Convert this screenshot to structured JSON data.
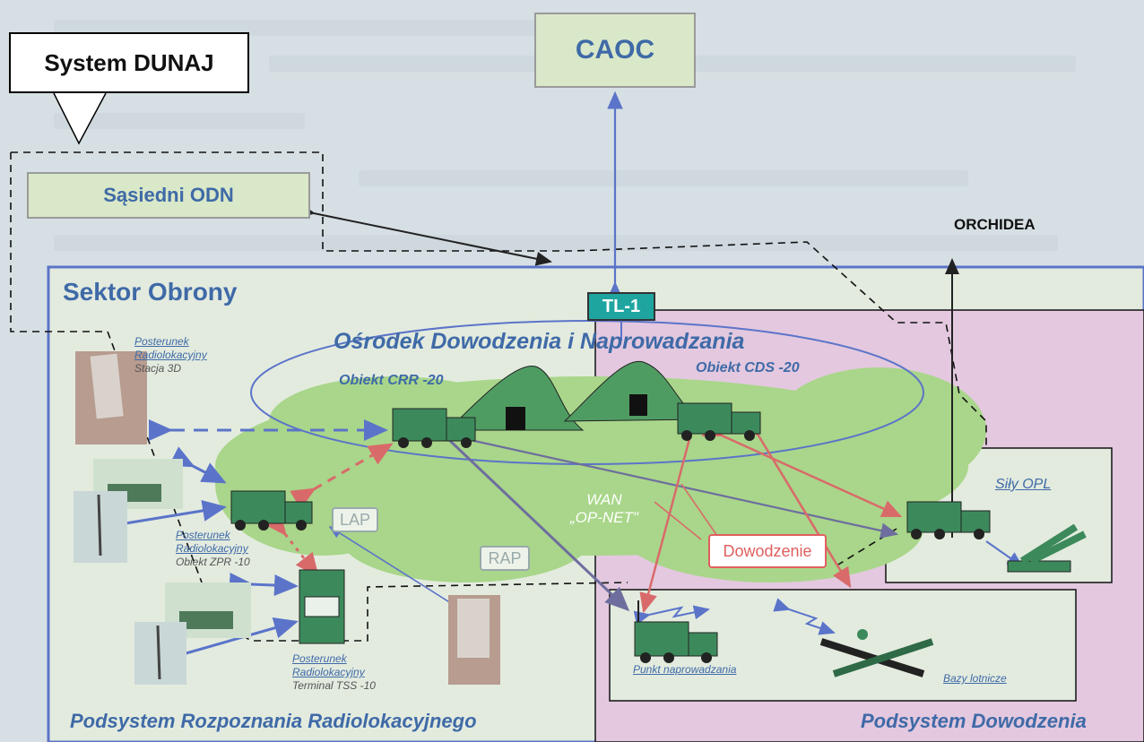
{
  "diagram": {
    "boxes": {
      "caoc": "CAOC",
      "system_dunaj": "System DUNAJ",
      "sasiedni_odn": "Sąsiedni ODN",
      "tl1": "TL-1",
      "dowodzenie": "Dowodzenie",
      "lap": "LAP",
      "rap": "RAP"
    },
    "labels": {
      "orchidea": "ORCHIDEA",
      "sektor_obrony": "Sektor Obrony",
      "osrodek": "Ośrodek Dowodzenia i Naprowadzania",
      "obiekt_crr": "Obiekt CRR -20",
      "obiekt_cds": "Obiekt CDS -20",
      "wan_line1": "WAN",
      "wan_line2": "„OP-NET\"",
      "sily_opl": "Siły OPL",
      "punkt": "Punkt naprowadzania",
      "bazy": "Bazy lotnicze",
      "podsystem_rr": "Podsystem  Rozpoznania Radiolokacyjnego",
      "podsystem_d": "Podsystem Dowodzenia"
    },
    "posterunki": [
      {
        "title": "Posterunek",
        "subtitle": "Radiolokacyjny",
        "detail": "Stacja 3D"
      },
      {
        "title": "Posterunek",
        "subtitle": "Radiolokacyjny",
        "detail": "Obiekt ZPR -10"
      },
      {
        "title": "Posterunek",
        "subtitle": "Radiolokacyjny",
        "detail": "Terminal TSS -10"
      }
    ],
    "colors": {
      "blue_text": "#3f6aa7",
      "sector_fill": "#e3ebdf",
      "cloud_green": "#a9d68a",
      "pink_zone": "#e3c8df",
      "arrow_blue": "#5b74c9",
      "arrow_red": "#d96a6a",
      "arrow_purple": "#6e6e9e",
      "vehicle_green": "#3c8a5c",
      "tl1_teal": "#1fa5a0"
    }
  }
}
